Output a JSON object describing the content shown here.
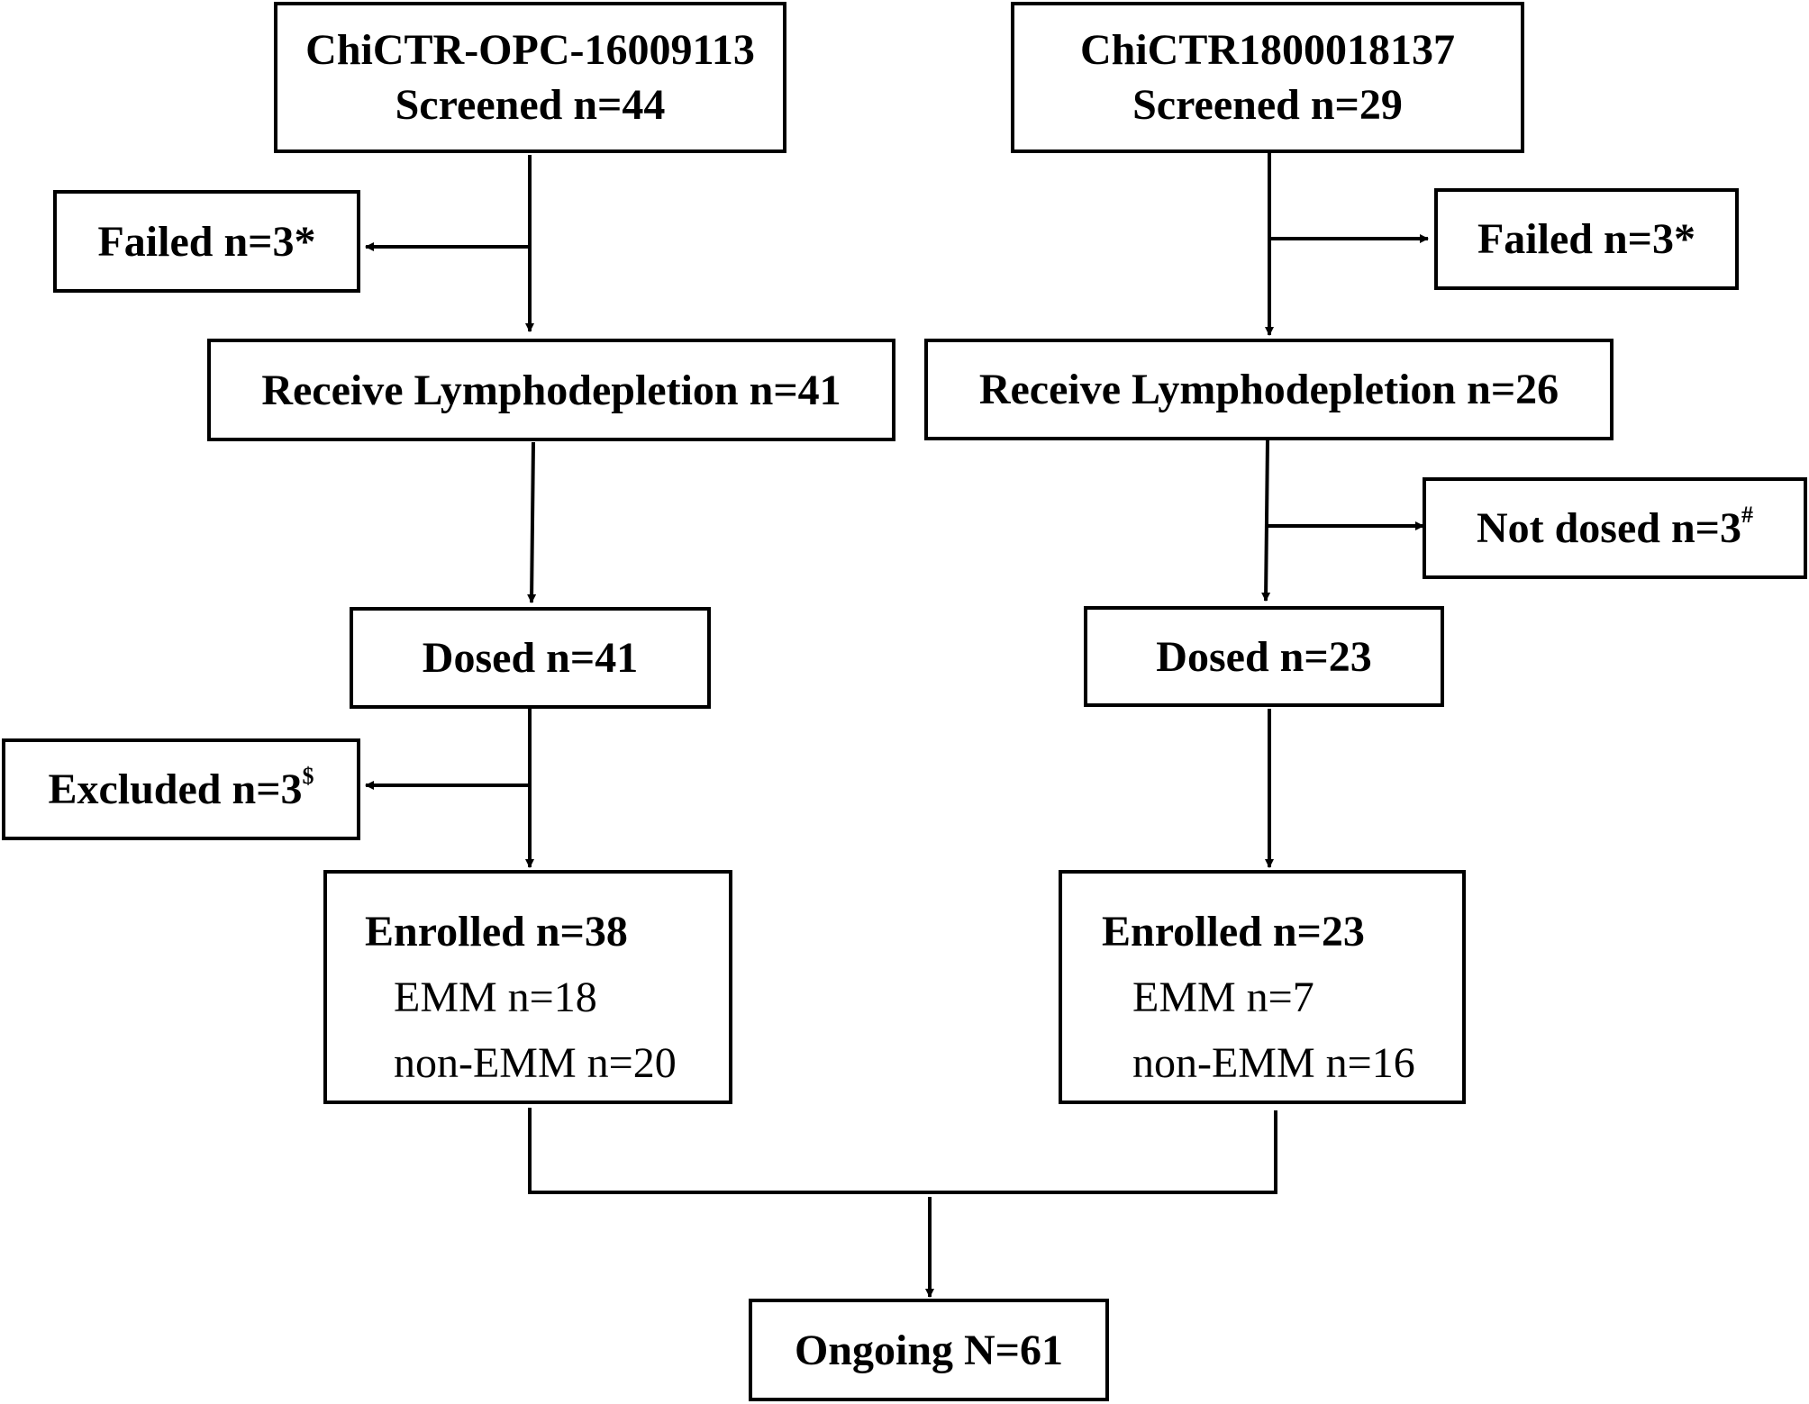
{
  "left_trial": {
    "screened": {
      "registry": "ChiCTR-OPC-16009113",
      "count": "Screened n=44"
    },
    "failed": {
      "label": "Failed n=3*"
    },
    "lymphodepletion": {
      "label": "Receive Lymphodepletion n=41"
    },
    "dosed": {
      "label": "Dosed n=41"
    },
    "excluded": {
      "label": "Excluded n=3",
      "mark": "$"
    },
    "enrolled": {
      "label": "Enrolled n=38",
      "emm": "EMM n=18",
      "non_emm": "non-EMM n=20"
    }
  },
  "right_trial": {
    "screened": {
      "registry": "ChiCTR1800018137",
      "count": "Screened n=29"
    },
    "failed": {
      "label": "Failed n=3*"
    },
    "lymphodepletion": {
      "label": "Receive Lymphodepletion n=26"
    },
    "not_dosed": {
      "label": "Not dosed n=3",
      "mark": "#"
    },
    "dosed": {
      "label": "Dosed n=23"
    },
    "enrolled": {
      "label": "Enrolled n=23",
      "emm": "EMM n=7",
      "non_emm": "non-EMM n=16"
    }
  },
  "ongoing": {
    "label": "Ongoing N=61"
  }
}
